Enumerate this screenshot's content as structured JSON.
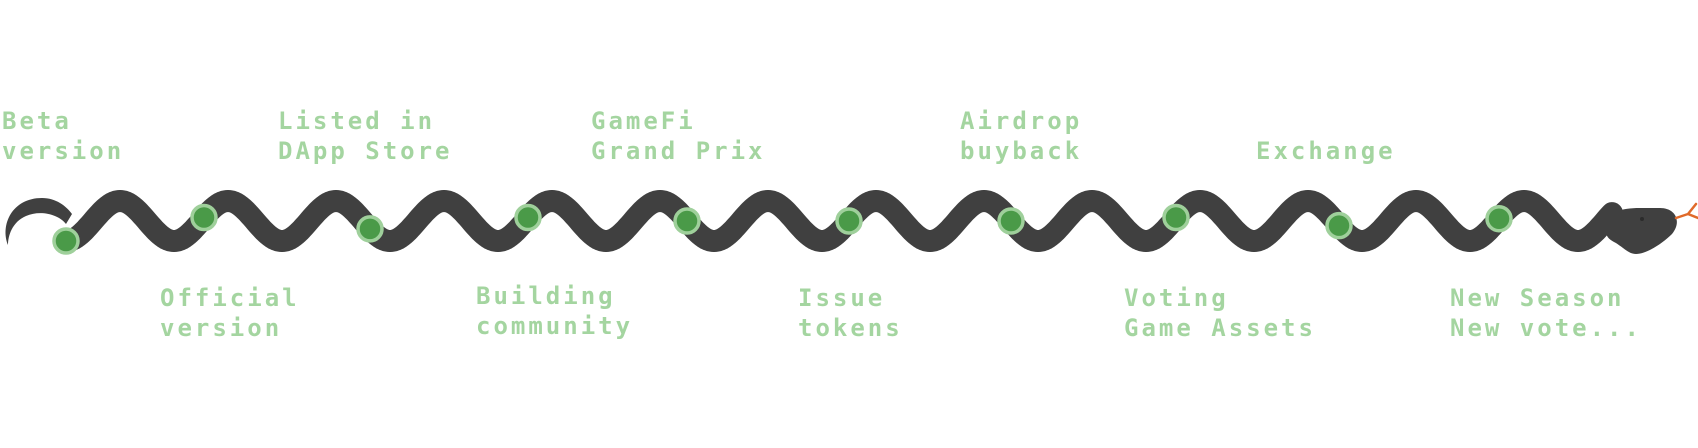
{
  "colors": {
    "snake": "#404040",
    "node_fill": "#4a9a48",
    "node_ring": "#9fd09b",
    "label": "#a4d5a0",
    "tongue": "#e06a2a"
  },
  "milestones": [
    {
      "line1": "Beta",
      "line2": "version"
    },
    {
      "line1": "Official",
      "line2": "version"
    },
    {
      "line1": "Listed in",
      "line2": "DApp Store"
    },
    {
      "line1": "Building",
      "line2": "community"
    },
    {
      "line1": "GameFi",
      "line2": "Grand Prix"
    },
    {
      "line1": "Issue",
      "line2": "tokens"
    },
    {
      "line1": "Airdrop",
      "line2": "buyback"
    },
    {
      "line1": "Voting",
      "line2": "Game Assets"
    },
    {
      "line1": "Exchange",
      "line2": ""
    },
    {
      "line1": "New Season",
      "line2": "New vote..."
    }
  ]
}
